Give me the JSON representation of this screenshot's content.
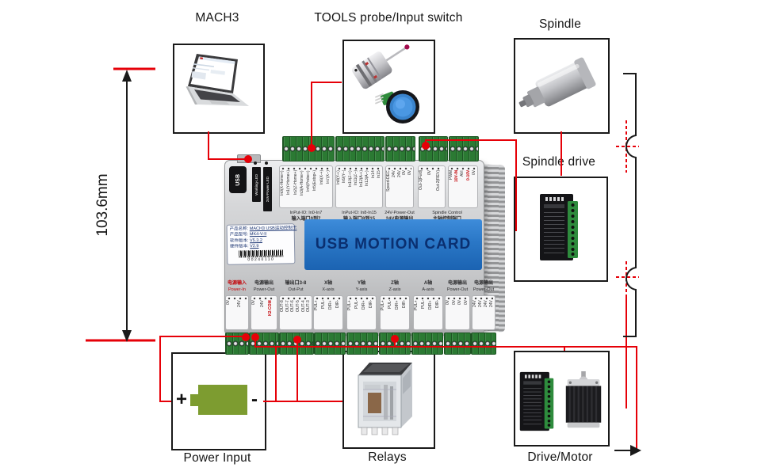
{
  "annotations": {
    "dimension": "103.6mm",
    "mach3": "MACH3",
    "tools": "TOOLS probe/Input switch",
    "spindle": "Spindle",
    "spindle_drive": "Spindle drive",
    "power_input": "Power Input",
    "relays": "Relays",
    "drive_motor": "Drive/Motor",
    "power_plus": "+",
    "power_minus": "-"
  },
  "board": {
    "usb_label": "USB",
    "led1": "Working-LED",
    "led2": "24V-Power-LED",
    "banner": "USB MOTION CARD",
    "sticker": {
      "rows": [
        {
          "k": "产品名称:",
          "v": "MACH3 USB运动控制卡"
        },
        {
          "k": "产品型号:",
          "v": "MK4-V-II"
        },
        {
          "k": "软件版本:",
          "v": "V5.3.2"
        },
        {
          "k": "硬件版本:",
          "v": "V2.9"
        }
      ],
      "barcode": "00240110"
    },
    "pins_in0_7": [
      "In0(X-Home+)",
      "In1(Y-Home+)",
      "In2(Z-Home+)",
      "In3(A-Home+)",
      "In4(Probe+)",
      "In5(Estop+)",
      "In6(X-+)",
      "In7(X--)"
    ],
    "pins_in8_15": [
      "In8(Y-+)",
      "In9(Y--)",
      "In10(Z-+)",
      "In11(Z--)",
      "In12(A-+)",
      "In13(A--)",
      "In14",
      "In15"
    ],
    "pins_24v_out": [
      "Speed-DEC",
      "24V",
      "24V",
      "0V",
      "0V"
    ],
    "pins_spindle_1": [
      "Out-1(Fwd)",
      "0V",
      "Out-2(REV)"
    ],
    "pins_spindle_2": [
      "PWM",
      "10V-IN",
      "AVI",
      "0-10V",
      "0V"
    ],
    "top_captions": [
      {
        "en": "InPut-IO: In0-In7",
        "cn": "输入端口0到7"
      },
      {
        "en": "InPut-IO: In8-In15",
        "cn": "输入端口8到15"
      },
      {
        "en": "24V-Power-Out",
        "cn": "24V电源输出"
      },
      {
        "en": "Spindle Control",
        "cn": "主轴控制端口"
      }
    ],
    "bottom_sections": [
      {
        "cn": "电源输入",
        "en": "Power-In",
        "pins": [
          "0V",
          "24V"
        ]
      },
      {
        "cn": "电源输出",
        "en": "Power-Out",
        "pins": [
          "0V",
          "24V",
          "K2-COM"
        ]
      },
      {
        "cn": "输出口3-8",
        "en": "Out-Put",
        "pins": [
          "OUT-8",
          "OUT-7",
          "OUT-6",
          "OUT-5",
          "OUT-4",
          "OUT-3"
        ]
      },
      {
        "cn": "X轴",
        "en": "X-axis",
        "pins": [
          "PUL+",
          "PUL-",
          "DIR+",
          "DIR-"
        ]
      },
      {
        "cn": "Y轴",
        "en": "Y-axis",
        "pins": [
          "PUL+",
          "PUL-",
          "DIR+",
          "DIR-"
        ]
      },
      {
        "cn": "Z轴",
        "en": "Z-axis",
        "pins": [
          "PUL+",
          "PUL-",
          "DIR+",
          "DIR-"
        ]
      },
      {
        "cn": "A轴",
        "en": "A-axis",
        "pins": [
          "PUL+",
          "PUL-",
          "DIR+",
          "DIR-"
        ]
      },
      {
        "cn": "电源输出",
        "en": "Power-Out",
        "pins": [
          "0V",
          "0V",
          "0V",
          "0V"
        ]
      },
      {
        "cn": "电源输出",
        "en": "Power-Out",
        "pins": [
          "24V",
          "24V",
          "24V",
          "24V"
        ]
      }
    ]
  },
  "colors": {
    "wire_red": "#e60008",
    "banner_blue": "#2a77c6",
    "terminal_green": "#2b7a33",
    "battery_green": "#7d9c30"
  }
}
